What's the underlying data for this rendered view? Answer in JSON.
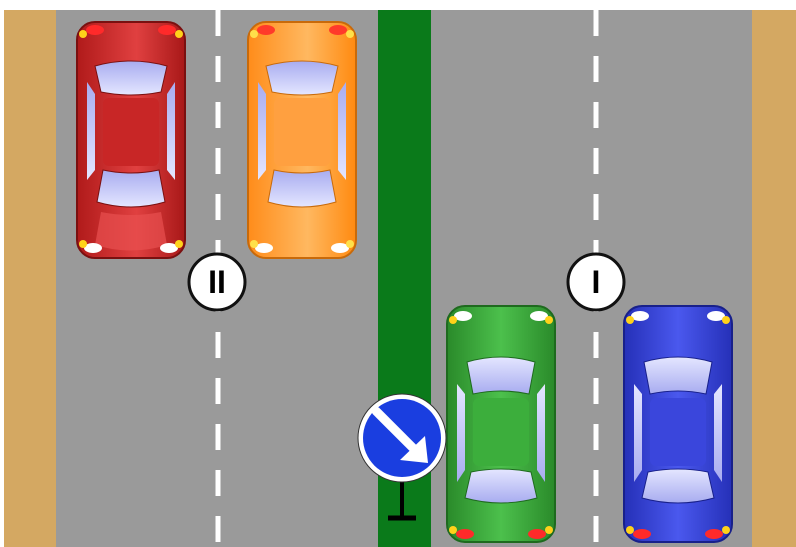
{
  "scene": {
    "road_color": "#9a9a9a",
    "shoulder_color": "#d4a862",
    "median_color": "#0a7a1a",
    "lane_marking_color": "#ffffff"
  },
  "lane_markers": [
    {
      "label": "II",
      "lane": "left-half"
    },
    {
      "label": "I",
      "lane": "right-half"
    }
  ],
  "cars": [
    {
      "name": "red-car",
      "color": "#d02a2a",
      "heading": "down"
    },
    {
      "name": "orange-car",
      "color": "#ff9a2a",
      "heading": "down"
    },
    {
      "name": "green-car",
      "color": "#3aa53a",
      "heading": "up"
    },
    {
      "name": "blue-car",
      "color": "#3440d8",
      "heading": "up"
    }
  ],
  "sign": {
    "icon": "keep-right-arrow-icon",
    "color": "#1a3ee0"
  }
}
